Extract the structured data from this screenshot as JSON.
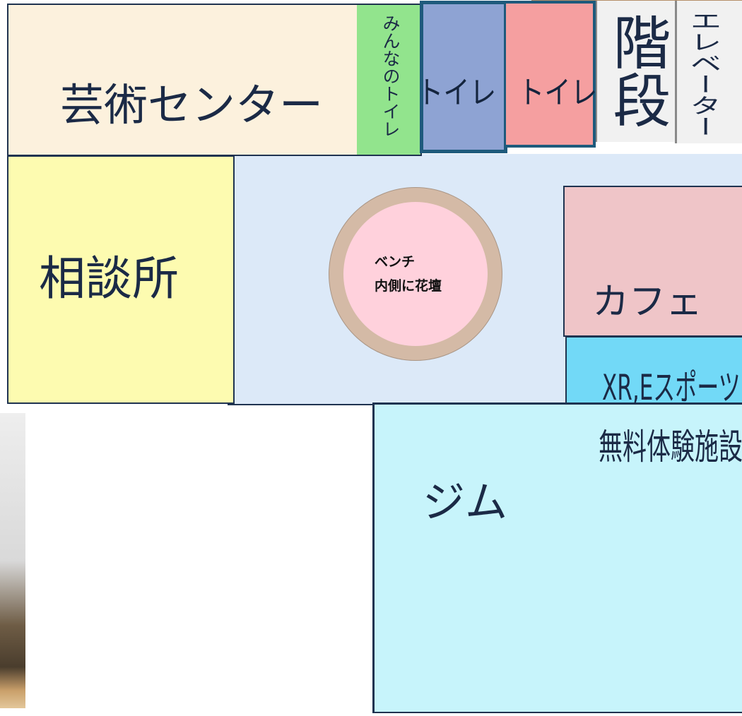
{
  "map": {
    "rooms": {
      "arts_center": "芸術センター",
      "universal_toilet": "みんなのトイレ",
      "toilet_1": "トイレ",
      "toilet_2": "トイレ",
      "stairs": "階段",
      "elevator": "エレベーター",
      "consultation": "相談所",
      "cafe": "カフェ",
      "xr_line1": "XR,Eスポーツの",
      "xr_line2": "無料体験施設",
      "gym": "ジム"
    },
    "bench": {
      "line1": "ベンチ",
      "line2": "内側に花壇"
    }
  },
  "colors": {
    "arts_center": "#fcf1dd",
    "universal_toilet": "#92e48d",
    "toilet_1": "#8ea3d3",
    "toilet_2": "#f59fa0",
    "stairs_elevator": "#f1f1f1",
    "corridor": "#dce9f8",
    "consultation": "#fdfbb0",
    "bench_ring": "#d4baa6",
    "flowerbed": "#ffd1dc",
    "cafe": "#efc5c8",
    "xr_facility": "#72d9f7",
    "gym": "#c7f4fb",
    "outline": "#1f3350",
    "text": "#1b2a46"
  }
}
